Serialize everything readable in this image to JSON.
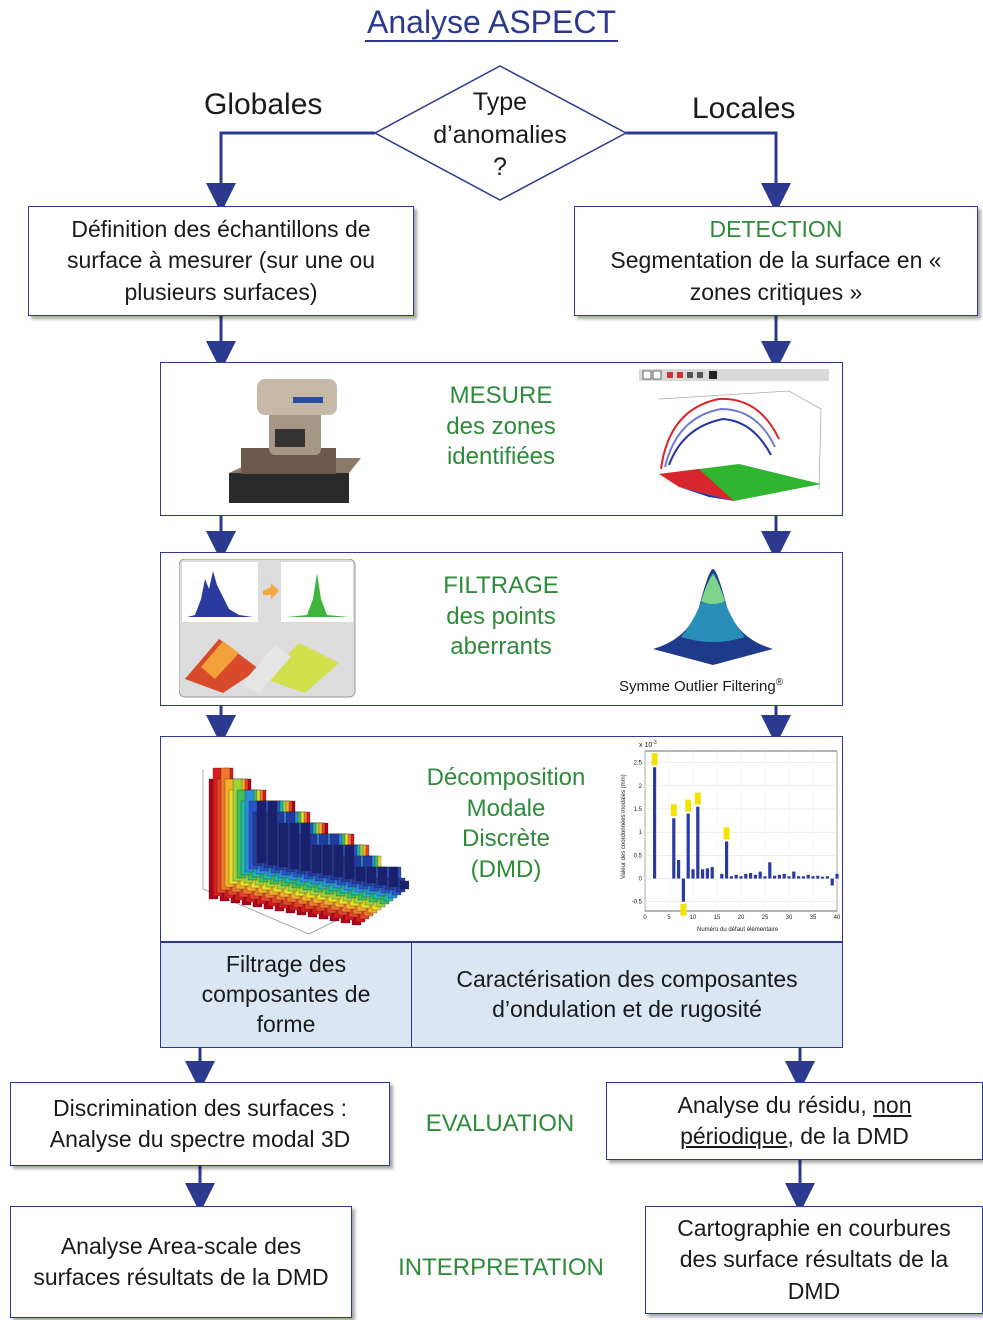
{
  "title": "Analyse ASPECT",
  "decision": {
    "line1": "Type",
    "line2": "d’anomalies",
    "line3": "?"
  },
  "branches": {
    "left": "Globales",
    "right": "Locales"
  },
  "left_def": "Définition des échantillons de surface à mesurer (sur une ou plusieurs surfaces)",
  "detection": {
    "heading": "DETECTION",
    "text": "Segmentation de la surface en « zones critiques »"
  },
  "mesure": {
    "line1": "MESURE",
    "line2": "des zones",
    "line3": "identifiées"
  },
  "filtrage": {
    "line1": "FILTRAGE",
    "line2": "des points",
    "line3": "aberrants",
    "caption": "Symme Outlier Filtering",
    "caption_mark": "®"
  },
  "dmd": {
    "line1": "Décomposition",
    "line2": "Modale",
    "line3": "Discrète",
    "line4": "(DMD)"
  },
  "split": {
    "left": "Filtrage des composantes de forme",
    "right": "Caractérisation des composantes d’ondulation et de rugosité"
  },
  "evaluation": {
    "label": "EVALUATION",
    "left": "Discrimination des surfaces : Analyse du spectre modal 3D",
    "right_pre": "Analyse du résidu, ",
    "right_u1": "non",
    "right_u2": "périodique",
    "right_post": ", de la DMD"
  },
  "interpretation": {
    "label": "INTERPRETATION",
    "left": "Analyse Area-scale des surfaces résultats de la DMD",
    "right": "Cartographie en courbures des surface résultats de la DMD"
  },
  "bar_chart": {
    "ylabel": "Valeur des coordonnées modales (mm)",
    "xlabel": "Numéro du défaut élémentaire",
    "exponent": "x 10",
    "exponent_power": "-3",
    "yticks": [
      "2.5",
      "2",
      "1.5",
      "1",
      "0.5",
      "0",
      "-0.5"
    ],
    "xticks": [
      "0",
      "5",
      "10",
      "15",
      "20",
      "25",
      "30",
      "35",
      "40"
    ]
  },
  "colors": {
    "frame": "#2b3a8f",
    "green": "#2e8b3a",
    "split_bg": "#dbe6f4"
  }
}
